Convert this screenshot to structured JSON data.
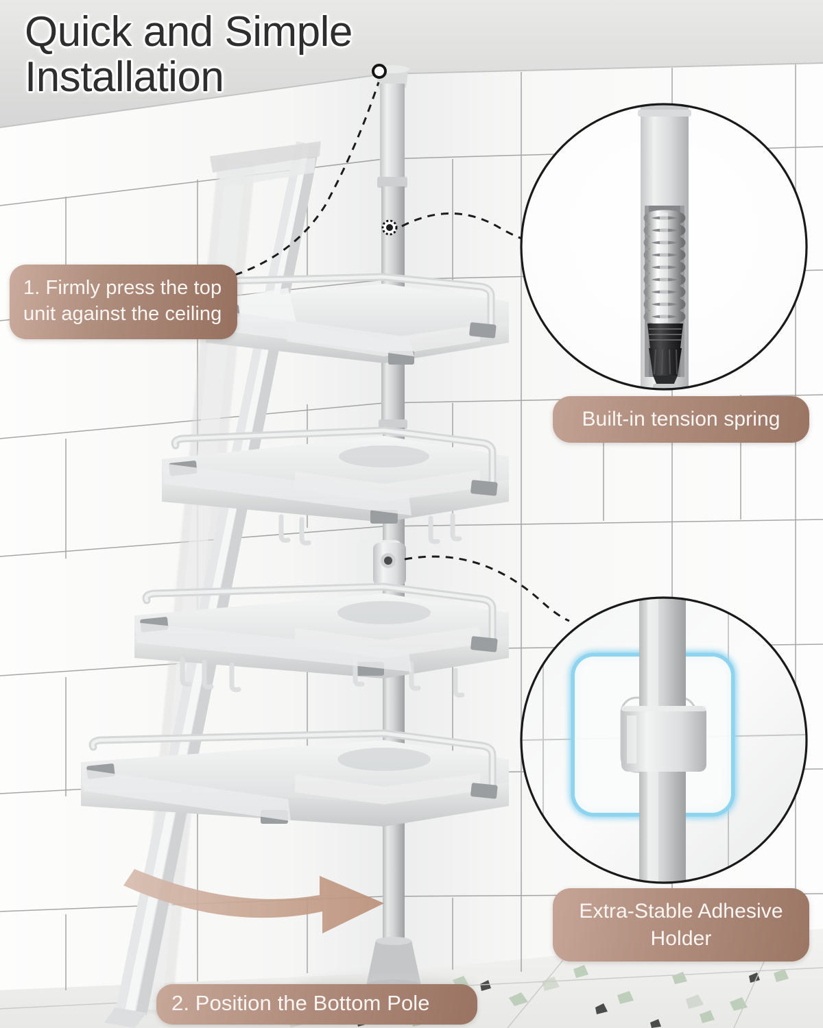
{
  "page": {
    "title_line1": "Quick and Simple",
    "title_line2": "Installation",
    "title_full": "Quick and Simple Installation"
  },
  "callouts": [
    {
      "id": "step-1",
      "text": "1. Firmly press the top unit against the ceiling",
      "align": "left",
      "color": "#97705f"
    },
    {
      "id": "tension-spring",
      "text": "Built-in tension spring",
      "align": "center",
      "color": "#9a7563"
    },
    {
      "id": "adhesive-holder",
      "text": "Extra-Stable Adhesive Holder",
      "align": "center",
      "color": "#9b7665"
    },
    {
      "id": "step-2",
      "text": "2. Position the Bottom Pole",
      "align": "left",
      "color": "#9a7362"
    }
  ],
  "insets": [
    {
      "id": "tension-spring-inset",
      "subject": "cutaway of telescoping pole revealing coil tension spring and threaded adjuster",
      "shape": "circle"
    },
    {
      "id": "adhesive-holder-inset",
      "subject": "pole clamp bracket mounted on glowing adhesive wall pad",
      "shape": "circle",
      "highlight_color": "#8fd4ef"
    }
  ],
  "scene": {
    "product": "4-tier tension pole corner shower caddy",
    "shelf_count": 4,
    "environment": "white tiled bathroom corner with terrazzo floor",
    "arrow": {
      "name": "curved-direction-arrow",
      "color": "#c09c8a",
      "points_to": "bottom pole base"
    },
    "colors": {
      "tile": "#fbfbfa",
      "grout": "#8e8e8e",
      "pole": "#c9cbcc",
      "shelf": "#e4e5e5",
      "badge_dark": "#97705f",
      "badge_light": "#c8a89a",
      "title_text": "#2e2e2e",
      "leader_line": "#1c1c1c"
    }
  }
}
